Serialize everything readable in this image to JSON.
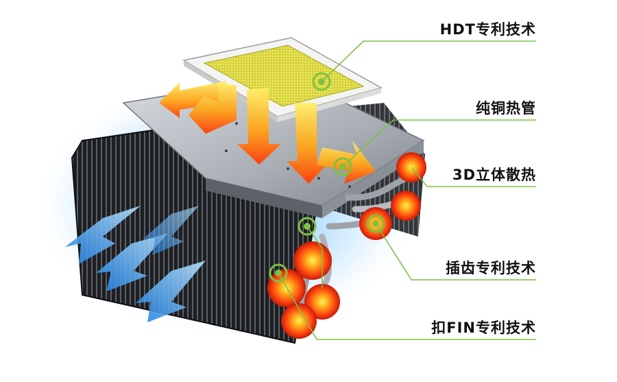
{
  "accent_color": "#7cc242",
  "callouts": [
    {
      "id": "hdt",
      "text": "HDT专利技术"
    },
    {
      "id": "copper",
      "text": "纯铜热管"
    },
    {
      "id": "dissipation",
      "text": "3D立体散热"
    },
    {
      "id": "insert",
      "text": "插齿专利技术"
    },
    {
      "id": "fin",
      "text": "扣FIN专利技术"
    }
  ]
}
